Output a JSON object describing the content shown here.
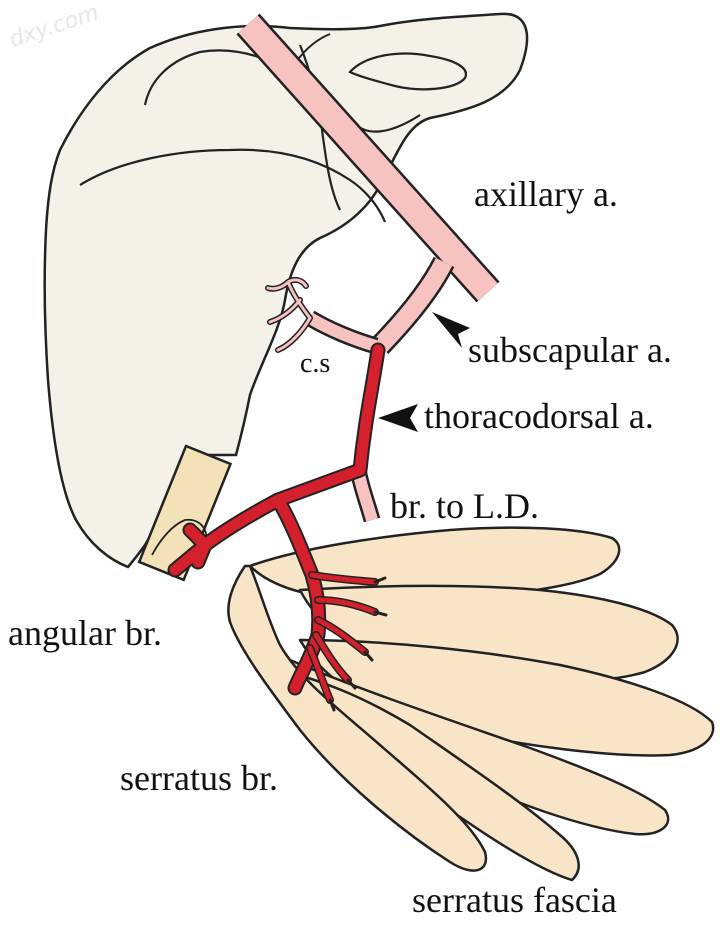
{
  "watermark": "dxy.com",
  "labels": {
    "axillary": "axillary a.",
    "subscapular": "subscapular a.",
    "cs": "c.s",
    "thoracodorsal": "thoracodorsal a.",
    "br_ld": "br. to L.D.",
    "angular": "angular br.",
    "serratus_br": "serratus br.",
    "serratus_fascia": "serratus fascia"
  },
  "colors": {
    "scapula_fill": "#f4f1e9",
    "muscle_fill": "#f8e5c8",
    "pale_artery": "#f7c3c0",
    "artery_red": "#d4202c",
    "outline": "#222222"
  }
}
